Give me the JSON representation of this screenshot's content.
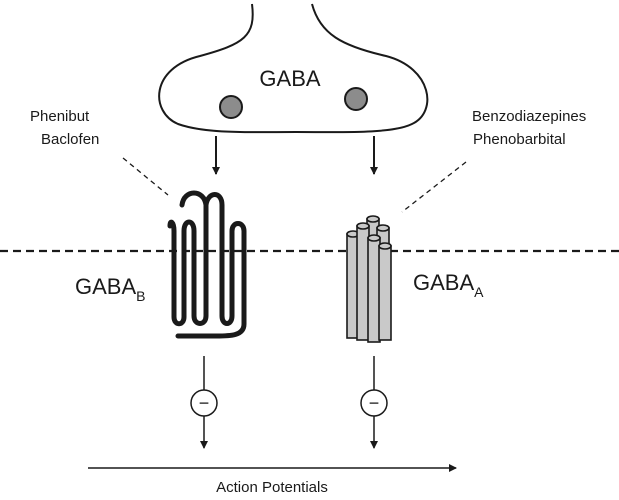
{
  "neuron": {
    "label": "GABA"
  },
  "left_drugs": [
    "Phenibut",
    "Baclofen"
  ],
  "right_drugs": [
    "Benzodiazepines",
    "Phenobarbital"
  ],
  "receptor_b": {
    "main": "GABA",
    "subscript": "B"
  },
  "receptor_a": {
    "main": "GABA",
    "subscript": "A"
  },
  "inhibition_symbol": "−",
  "output_label": "Action Potentials",
  "colors": {
    "stroke": "#1a1a1a",
    "vesicle_fill": "#8c8c8c",
    "channel_fill": "#c9c9c9"
  }
}
